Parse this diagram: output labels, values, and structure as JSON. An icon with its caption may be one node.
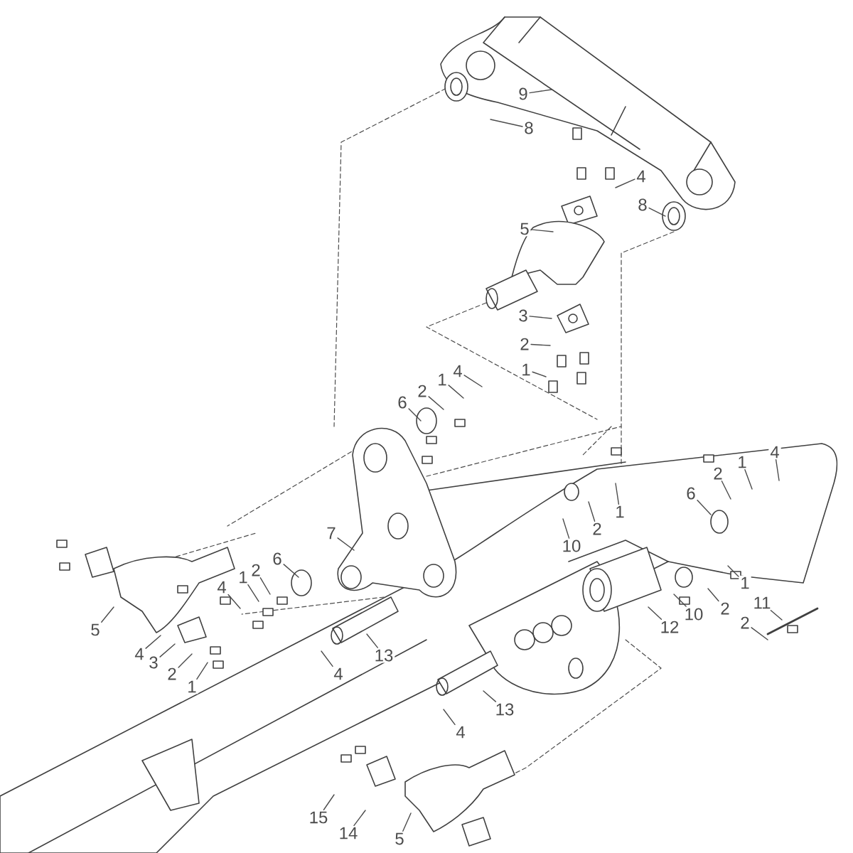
{
  "diagram": {
    "nodes": [
      {
        "text": [
          "9"
        ]
      },
      {
        "text": [
          "8"
        ]
      },
      {
        "text": [
          "4"
        ]
      },
      {
        "text": [
          "8"
        ]
      },
      {
        "text": [
          "5"
        ]
      },
      {
        "text": [
          "3"
        ]
      },
      {
        "text": [
          "2"
        ]
      },
      {
        "text": [
          "1"
        ]
      },
      {
        "text": [
          "6"
        ]
      },
      {
        "text": [
          "2"
        ]
      },
      {
        "text": [
          "1"
        ]
      },
      {
        "text": [
          "4"
        ]
      },
      {
        "text": [
          "4"
        ]
      },
      {
        "text": [
          "1"
        ]
      },
      {
        "text": [
          "2"
        ]
      },
      {
        "text": [
          "6"
        ]
      },
      {
        "text": [
          "1"
        ]
      },
      {
        "text": [
          "2"
        ]
      },
      {
        "text": [
          "10"
        ]
      },
      {
        "text": [
          "7"
        ]
      },
      {
        "text": [
          "6"
        ]
      },
      {
        "text": [
          "2"
        ]
      },
      {
        "text": [
          "1"
        ]
      },
      {
        "text": [
          "4"
        ]
      },
      {
        "text": [
          "1"
        ]
      },
      {
        "text": [
          "2"
        ]
      },
      {
        "text": [
          "10"
        ]
      },
      {
        "text": [
          "11"
        ]
      },
      {
        "text": [
          "2"
        ]
      },
      {
        "text": [
          "12"
        ]
      },
      {
        "text": [
          "5"
        ]
      },
      {
        "text": [
          "4"
        ]
      },
      {
        "text": [
          "3"
        ]
      },
      {
        "text": [
          "2"
        ]
      },
      {
        "text": [
          "1"
        ]
      },
      {
        "text": [
          "13"
        ]
      },
      {
        "text": [
          "4"
        ]
      },
      {
        "text": [
          "13"
        ]
      },
      {
        "text": [
          "4"
        ]
      },
      {
        "text": [
          "15"
        ]
      },
      {
        "text": [
          "14"
        ]
      },
      {
        "text": [
          "5"
        ]
      }
    ],
    "edges": [
      {
        "from": 0,
        "to": null,
        "arrow": "none"
      },
      {
        "from": 1,
        "to": null,
        "arrow": "none"
      },
      {
        "from": 2,
        "to": null,
        "arrow": "none"
      },
      {
        "from": 3,
        "to": null,
        "arrow": "none"
      },
      {
        "from": 4,
        "to": null,
        "arrow": "none"
      },
      {
        "from": 5,
        "to": null,
        "arrow": "none"
      },
      {
        "from": 6,
        "to": null,
        "arrow": "none"
      },
      {
        "from": 7,
        "to": null,
        "arrow": "none"
      },
      {
        "from": 8,
        "to": null,
        "arrow": "none"
      },
      {
        "from": 9,
        "to": null,
        "arrow": "none"
      },
      {
        "from": 10,
        "to": null,
        "arrow": "none"
      },
      {
        "from": 11,
        "to": null,
        "arrow": "none"
      },
      {
        "from": 12,
        "to": null,
        "arrow": "none"
      },
      {
        "from": 13,
        "to": null,
        "arrow": "none"
      },
      {
        "from": 14,
        "to": null,
        "arrow": "none"
      },
      {
        "from": 15,
        "to": null,
        "arrow": "none"
      },
      {
        "from": 16,
        "to": null,
        "arrow": "none"
      },
      {
        "from": 17,
        "to": null,
        "arrow": "none"
      },
      {
        "from": 18,
        "to": null,
        "arrow": "none"
      },
      {
        "from": 19,
        "to": null,
        "arrow": "none"
      },
      {
        "from": 20,
        "to": null,
        "arrow": "none"
      },
      {
        "from": 21,
        "to": null,
        "arrow": "none"
      },
      {
        "from": 22,
        "to": null,
        "arrow": "none"
      },
      {
        "from": 23,
        "to": null,
        "arrow": "none"
      },
      {
        "from": 24,
        "to": null,
        "arrow": "none"
      },
      {
        "from": 25,
        "to": null,
        "arrow": "none"
      },
      {
        "from": 26,
        "to": null,
        "arrow": "none"
      },
      {
        "from": 27,
        "to": null,
        "arrow": "none"
      },
      {
        "from": 28,
        "to": null,
        "arrow": "none"
      },
      {
        "from": 29,
        "to": null,
        "arrow": "none"
      },
      {
        "from": 30,
        "to": null,
        "arrow": "none"
      },
      {
        "from": 31,
        "to": null,
        "arrow": "none"
      },
      {
        "from": 32,
        "to": null,
        "arrow": "none"
      },
      {
        "from": 33,
        "to": null,
        "arrow": "none"
      },
      {
        "from": 34,
        "to": null,
        "arrow": "none"
      },
      {
        "from": 35,
        "to": null,
        "arrow": "none"
      },
      {
        "from": 36,
        "to": null,
        "arrow": "none"
      },
      {
        "from": 37,
        "to": null,
        "arrow": "none"
      },
      {
        "from": 38,
        "to": null,
        "arrow": "none"
      },
      {
        "from": 39,
        "to": null,
        "arrow": "none"
      },
      {
        "from": 40,
        "to": null,
        "arrow": "none"
      },
      {
        "from": 41,
        "to": null,
        "arrow": "none"
      }
    ]
  }
}
